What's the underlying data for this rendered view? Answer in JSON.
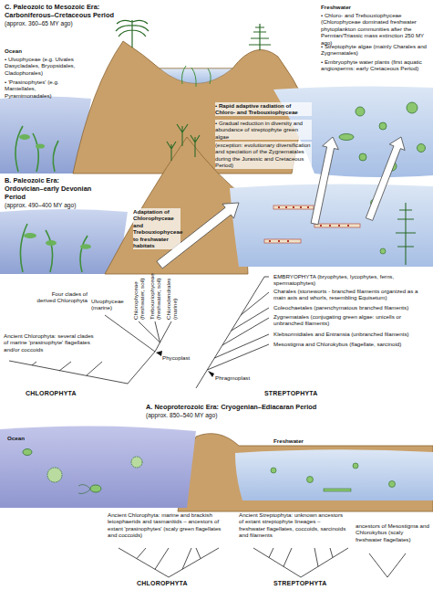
{
  "diagram": {
    "nodes": [
      {
        "text": [
          "C. Paleozoic to Mesozoic Era: Carboniferous–Cretaceous Period",
          "(approx. 360–65 MY ago)"
        ]
      },
      {
        "text": [
          "B. Paleozoic Era: Ordovician–early Devonian Period",
          "(approx. 490–400 MY ago)"
        ]
      },
      {
        "text": [
          "A. Neoproterozoic Era: Cryogenian–Ediacaran Period",
          "(approx. 850–540 MY ago)"
        ]
      }
    ],
    "labels": [
      "Ocean",
      "• Ulvophyceae (e.g. Ulvales Dasycladales, Bryopsidales, Cladophorales)",
      "• 'Prasinophytes' (e.g. Mamiellales, Pyramimonadales)",
      "Freshwater",
      "• Chloro- and Trebouxiophyceae (Chlorophyceae dominated freshwater phytoplankton communities after the Permian/Triassic mass extinction 250 MY ago)",
      "• Streptophyte algae (mainly Charales and Zygnematales)",
      "• Embryophyte water plants (first aquatic angiosperms: early Cretaceous Period)",
      "• Rapid adaptive radiation of Chloro- and Trebouxiophyceae",
      "• Gradual reduction in diversity and abundance of streptophyte green algae",
      "(exception: evolutionary diversification and speciation of the Zygnematales during the Jurassic and Cretaceous Period)",
      "Adaptation of Chlorophyceae and Trebouxiophyceae to freshwater habitats",
      "Four clades of derived Chlorophyta",
      "Ulvophyceae (marine)",
      "Chlorophyceae (freshwater, soil)",
      "Trebouxiophyceae (freshwater, soil)",
      "Chlorodendrales (marine)",
      "Ancient Chlorophyta: several clades of marine 'prasinophyte' flagellates and/or coccoids",
      "Phycoplast",
      "CHLOROPHYTA",
      "EMBRYOPHYTA (bryophytes, lycophytes, ferns, spermatophytes)",
      "Charales (stoneworts - branched filaments organized as a main axis and whorls, resembling Equisetum)",
      "Coleochaetales (parenchymatous branched filaments)",
      "Zygnematales (conjugating green algae: unicells or unbranched filaments)",
      "Klebsormidiales and Entransia (unbranched filaments)",
      "Mesostigma and Chlorokybus (flagellate, sarcinoid)",
      "Phragmoplast",
      "STREPTOPHYTA",
      "Ocean",
      "Freshwater",
      "Ancient Chlorophyta: marine and brackish leiosphaerids and tasmanitids – ancestors of extant 'prasinophytes' (scaly green flagellates and coccoids)",
      "Ancient Streptophyta: unknown ancestors of extant streptophyte lineages – freshwater flagellates, coccoids, sarcinoids and filaments",
      "ancestors of Mesostigma and Chlorokybus (scaly freshwater flagellates)",
      "CHLOROPHYTA",
      "STREPTOPHYTA"
    ]
  }
}
